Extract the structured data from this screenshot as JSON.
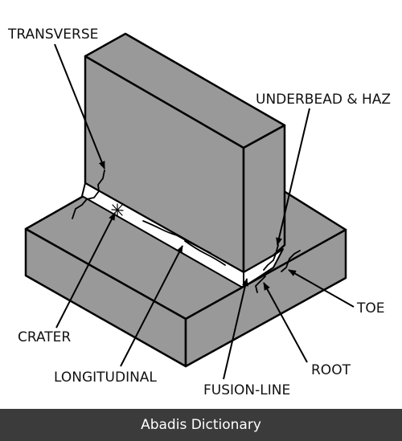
{
  "labels": {
    "transverse": "TRANSVERSE",
    "underbead_haz": "UNDERBEAD & HAZ",
    "toe": "TOE",
    "crater": "CRATER",
    "longitudinal": "LONGITUDINAL",
    "root": "ROOT",
    "fusion_line": "FUSION-LINE"
  },
  "footer": {
    "text": "Abadis Dictionary"
  },
  "colors": {
    "metal": "#999999",
    "weld": "#ffffff",
    "outline": "#000000",
    "footer_bg": "#3b3b3b"
  }
}
